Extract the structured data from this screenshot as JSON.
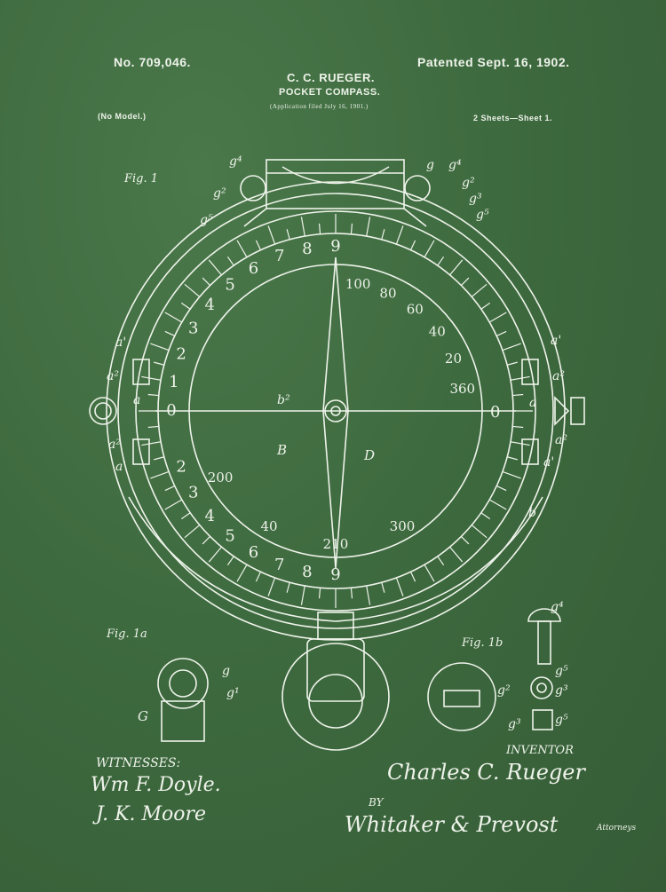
{
  "header": {
    "patent_number": "No. 709,046.",
    "patented_date": "Patented Sept. 16, 1902.",
    "inventor_name": "C. C. RUEGER.",
    "title": "POCKET COMPASS.",
    "application_note": "(Application filed July 16, 1901.)",
    "model_note": "(No Model.)",
    "sheets": "2 Sheets—Sheet 1."
  },
  "figures": {
    "fig1": "Fig. 1",
    "fig1a": "Fig. 1a",
    "fig1b": "Fig. 1b"
  },
  "reference_labels": {
    "g": "g",
    "g1": "g¹",
    "g2": "g²",
    "g3": "g³",
    "g4": "g⁴",
    "g5": "g⁵",
    "a": "a",
    "a1": "a'",
    "a2": "a²",
    "b": "b",
    "b2": "b²",
    "B": "B",
    "D": "D",
    "G": "G"
  },
  "dial": {
    "outer_labels": [
      "0",
      "1",
      "2",
      "3",
      "4",
      "5",
      "6",
      "7",
      "8",
      "9"
    ],
    "outer_labels_lower": [
      "2",
      "3",
      "4",
      "5",
      "6",
      "7",
      "8",
      "9"
    ],
    "inner_labels_upper": [
      "100",
      "80",
      "60",
      "40",
      "20",
      "360"
    ],
    "inner_labels_lower": [
      "200",
      "40",
      "210",
      "300"
    ],
    "right_zero": "0"
  },
  "footer": {
    "witnesses_label": "WITNESSES:",
    "witness_1": "Wm F. Doyle.",
    "witness_2": "J. K. Moore",
    "inventor_label": "INVENTOR",
    "inventor_signature": "Charles C. Rueger",
    "by_label": "BY",
    "attorney_signature": "Whitaker & Prevost",
    "attorneys_label": "Attorneys"
  },
  "colors": {
    "chalkboard": "#3f6b40",
    "chalk": "#eef3ea"
  }
}
